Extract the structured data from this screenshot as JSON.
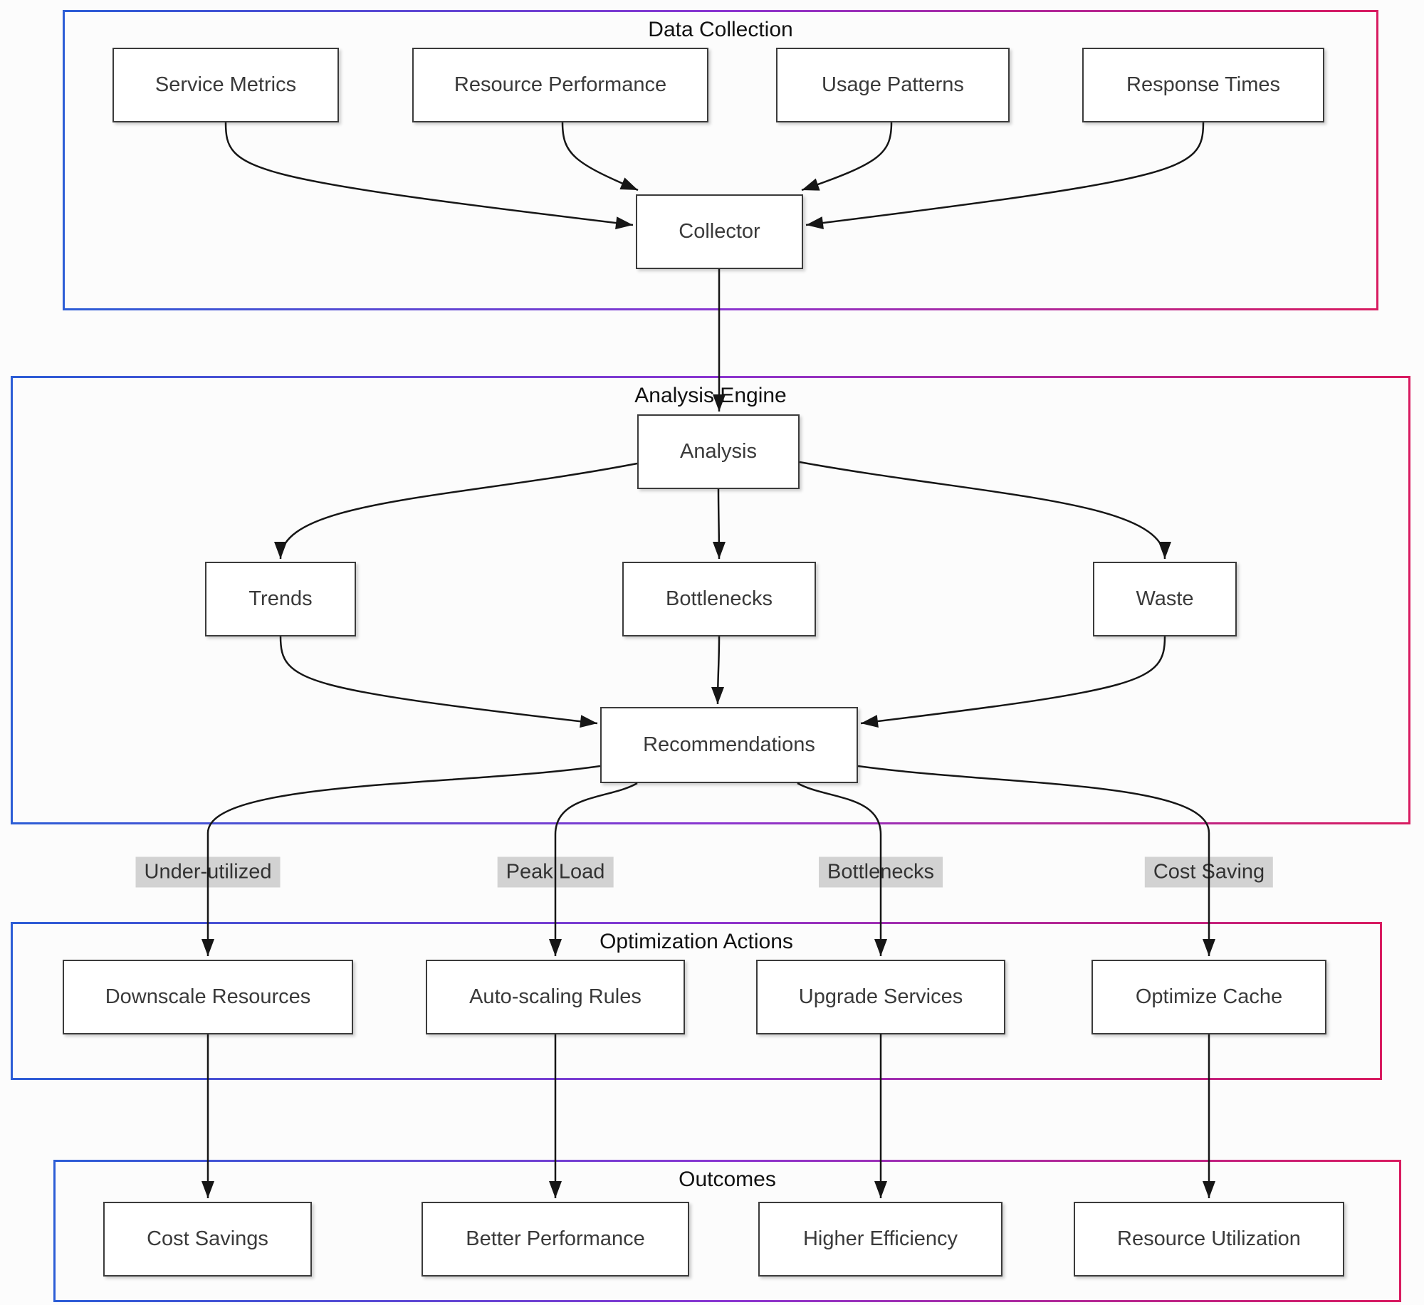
{
  "diagram": {
    "clusters": {
      "data_collection": {
        "title": "Data Collection"
      },
      "analysis_engine": {
        "title": "Analysis Engine"
      },
      "optimization_actions": {
        "title": "Optimization Actions"
      },
      "outcomes": {
        "title": "Outcomes"
      }
    },
    "nodes": {
      "service_metrics": {
        "label": "Service Metrics"
      },
      "resource_performance": {
        "label": "Resource Performance"
      },
      "usage_patterns": {
        "label": "Usage Patterns"
      },
      "response_times": {
        "label": "Response Times"
      },
      "collector": {
        "label": "Collector"
      },
      "analysis": {
        "label": "Analysis"
      },
      "trends": {
        "label": "Trends"
      },
      "bottlenecks": {
        "label": "Bottlenecks"
      },
      "waste": {
        "label": "Waste"
      },
      "recommendations": {
        "label": "Recommendations"
      },
      "downscale_resources": {
        "label": "Downscale Resources"
      },
      "auto_scaling_rules": {
        "label": "Auto-scaling Rules"
      },
      "upgrade_services": {
        "label": "Upgrade Services"
      },
      "optimize_cache": {
        "label": "Optimize Cache"
      },
      "cost_savings": {
        "label": "Cost Savings"
      },
      "better_performance": {
        "label": "Better Performance"
      },
      "higher_efficiency": {
        "label": "Higher Efficiency"
      },
      "resource_utilization": {
        "label": "Resource Utilization"
      }
    },
    "edge_labels": {
      "under_utilized": {
        "text": "Under-utilized"
      },
      "peak_load": {
        "text": "Peak Load"
      },
      "bottlenecks": {
        "text": "Bottlenecks"
      },
      "cost_saving": {
        "text": "Cost Saving"
      }
    },
    "colors": {
      "cluster_gradient_left": "#2c5dd6",
      "cluster_gradient_mid": "#8a36d1",
      "cluster_gradient_right": "#d81b60",
      "node_border": "#3b3b3b",
      "edge": "#161616",
      "edge_label_bg": "#d2d2d2"
    }
  }
}
